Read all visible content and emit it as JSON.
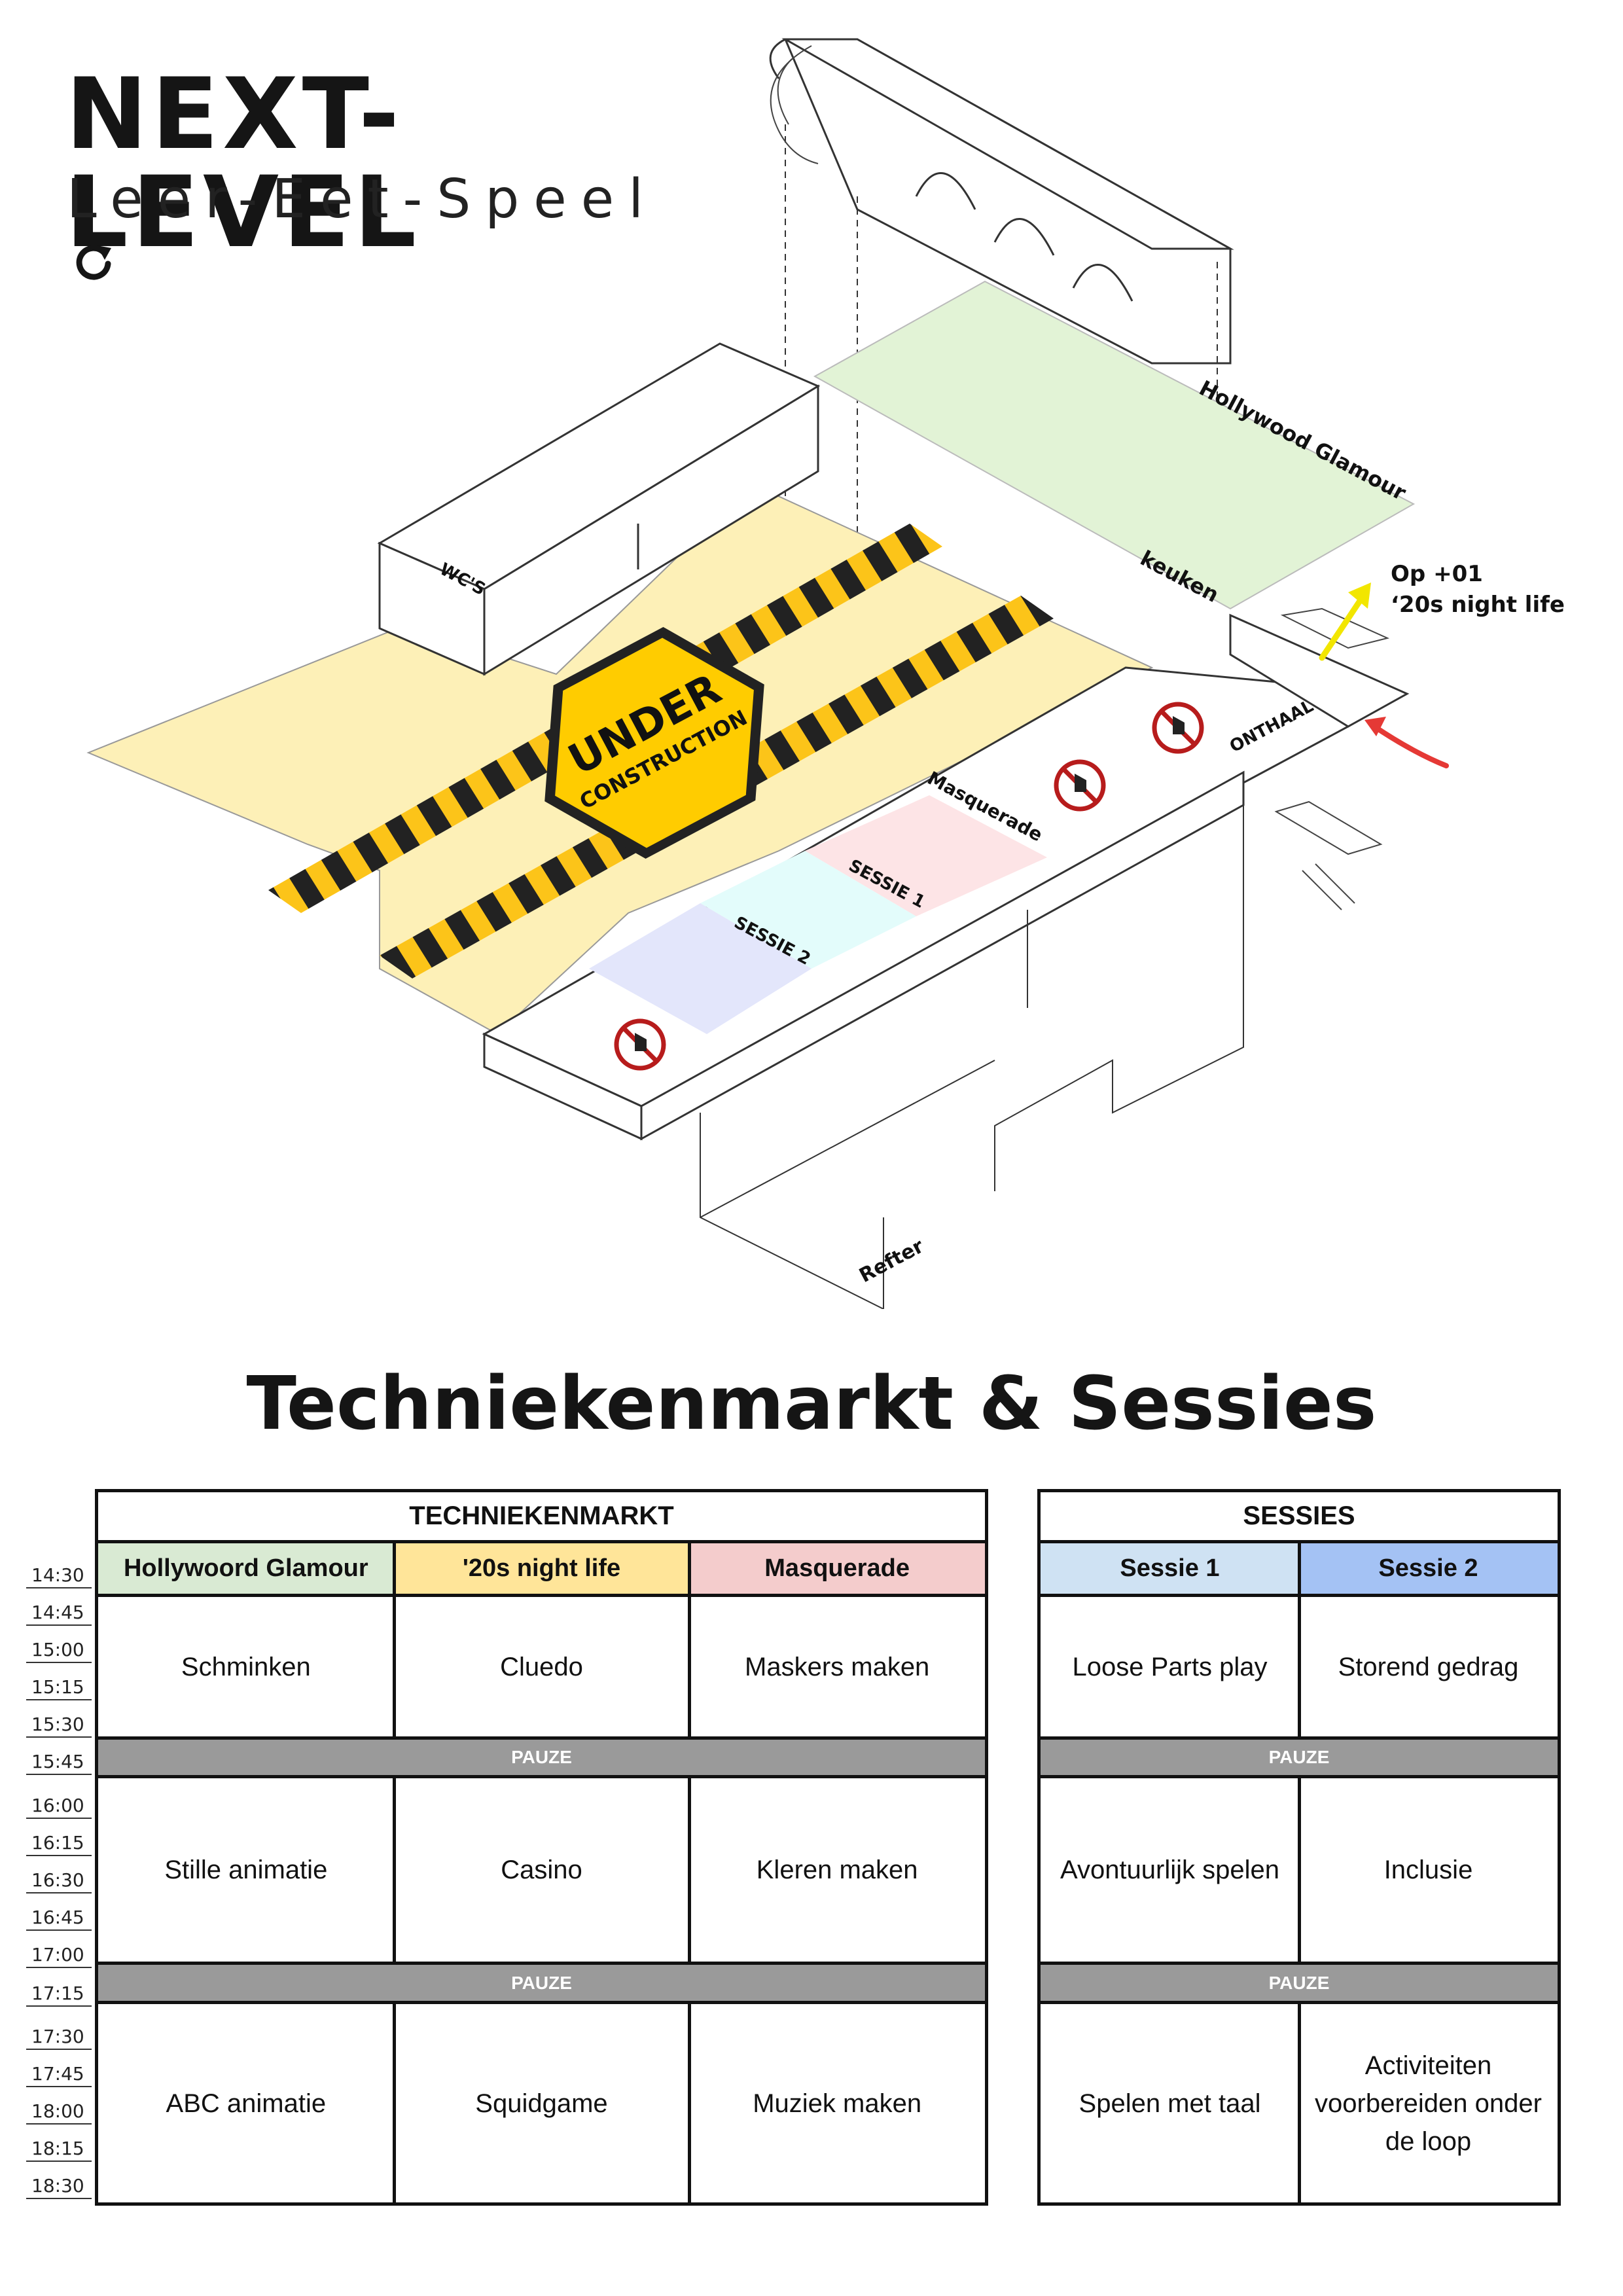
{
  "brand": {
    "title": "NEXT-LEVEL",
    "tagline": "Leer-Eet-Speel"
  },
  "plan": {
    "rooms": {
      "hollywood": "Hollywood Glamour",
      "keuken": "keuken",
      "wcs": "WC'S",
      "onthaal": "ONTHAAL",
      "masquerade": "Masquerade",
      "sessie1": "SESSIE 1",
      "sessie2": "SESSIE 2",
      "refter": "Refter"
    },
    "floor_note_line1": "Op +01",
    "floor_note_line2": "‘20s night life",
    "sign_line1": "UNDER",
    "sign_line2": "CONSTRUCTION"
  },
  "section_title": "Tech­niekenmarkt & Sessies",
  "times": [
    "14:30",
    "14:45",
    "15:00",
    "15:15",
    "15:30",
    "15:45",
    "16:00",
    "16:15",
    "16:30",
    "16:45",
    "17:00",
    "17:15",
    "17:30",
    "17:45",
    "18:00",
    "18:15",
    "18:30"
  ],
  "markt": {
    "title": "TECHNIEKENMARKT",
    "columns": [
      "Hollywoord Glamour",
      "'20s night life",
      "Masquerade"
    ],
    "column_colors": [
      "#d9ead3",
      "#ffe599",
      "#f4cccc"
    ],
    "blocks": [
      [
        "Schminken",
        "Cluedo",
        "Maskers maken"
      ],
      [
        "Stille animatie",
        "Casino",
        "Kleren maken"
      ],
      [
        "ABC animatie",
        "Squidgame",
        "Muziek maken"
      ]
    ],
    "pause_label": "PAUZE"
  },
  "sessies": {
    "title": "SESSIES",
    "columns": [
      "Sessie 1",
      "Sessie 2"
    ],
    "column_colors": [
      "#cfe2f3",
      "#a4c2f4"
    ],
    "blocks": [
      [
        "Loose Parts play",
        "Storend gedrag"
      ],
      [
        "Avontuurlijk spelen",
        "Inclusie"
      ],
      [
        "Spelen met taal",
        "Activiteiten voorbereiden onder de loop"
      ]
    ],
    "pause_label": "PAUZE"
  }
}
